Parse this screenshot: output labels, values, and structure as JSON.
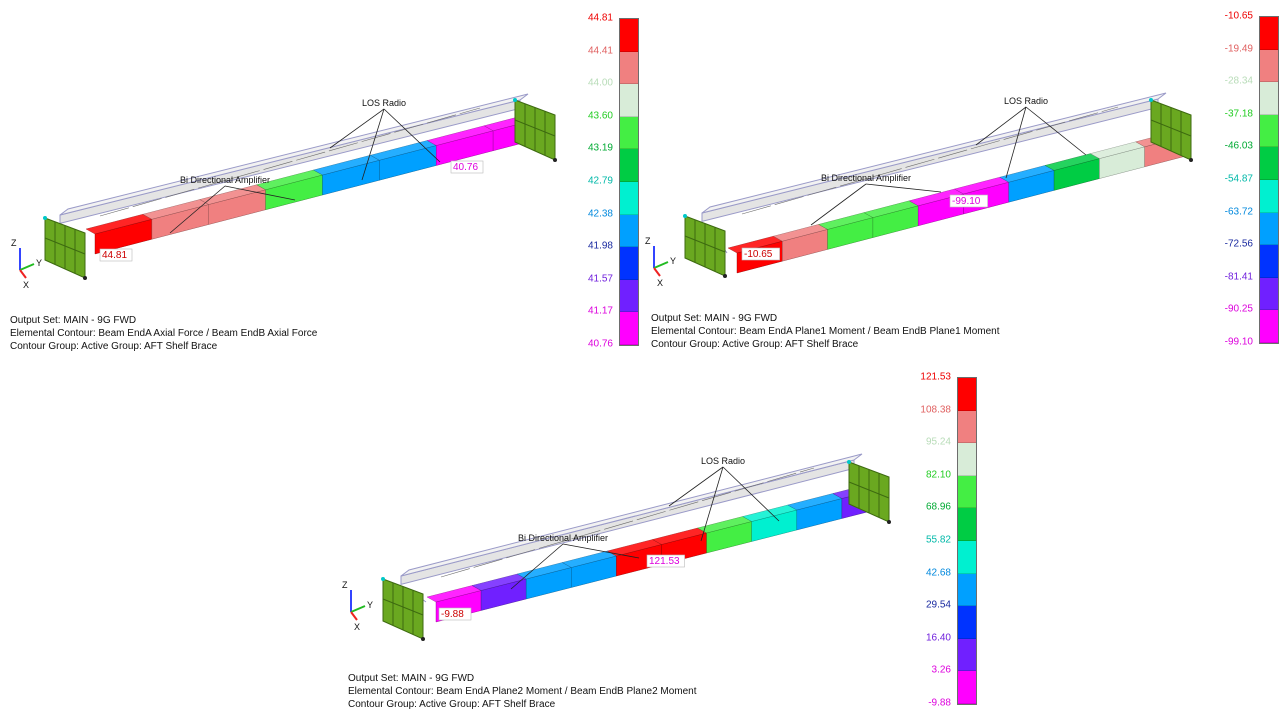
{
  "views": [
    {
      "id": "axial",
      "model": {
        "los_label": "LOS Radio",
        "amp_label": "Bi Directional Amplifier",
        "min_tag": "44.81",
        "max_tag": "40.76",
        "segment_colors": [
          "#ff0000",
          "#f08080",
          "#f08080",
          "#44ee44",
          "#00a0ff",
          "#00a0ff",
          "#ff00ff",
          "#ff00ff"
        ]
      },
      "legend": {
        "values": [
          "44.81",
          "44.41",
          "44.00",
          "43.60",
          "43.19",
          "42.79",
          "42.38",
          "41.98",
          "41.57",
          "41.17",
          "40.76"
        ],
        "colors": [
          "#ff0000",
          "#f08080",
          "#d8ecd8",
          "#44ee44",
          "#00cc44",
          "#00f0d0",
          "#00a0ff",
          "#0033ff",
          "#7020ff",
          "#ff00ff"
        ]
      },
      "triad": {
        "z": "Z",
        "y": "Y",
        "x": "X"
      },
      "info": {
        "output_set": "Output Set: MAIN - 9G FWD",
        "contour": "Elemental Contour: Beam EndA Axial Force / Beam EndB Axial Force",
        "group": "Contour Group: Active Group: AFT Shelf Brace"
      }
    },
    {
      "id": "plane1",
      "model": {
        "los_label": "LOS Radio",
        "amp_label": "Bi Directional Amplifier",
        "min_tag": "-10.65",
        "max_tag": "-99.10",
        "segment_colors": [
          "#ff0000",
          "#f08080",
          "#44ee44",
          "#44ee44",
          "#ff00ff",
          "#ff00ff",
          "#00a0ff",
          "#00cc44",
          "#d8ecd8",
          "#f08080"
        ]
      },
      "legend": {
        "values": [
          "-10.65",
          "-19.49",
          "-28.34",
          "-37.18",
          "-46.03",
          "-54.87",
          "-63.72",
          "-72.56",
          "-81.41",
          "-90.25",
          "-99.10"
        ],
        "colors": [
          "#ff0000",
          "#f08080",
          "#d8ecd8",
          "#44ee44",
          "#00cc44",
          "#00f0d0",
          "#00a0ff",
          "#0033ff",
          "#7020ff",
          "#ff00ff"
        ]
      },
      "triad": {
        "z": "Z",
        "y": "Y",
        "x": "X"
      },
      "info": {
        "output_set": "Output Set: MAIN - 9G FWD",
        "contour": "Elemental Contour: Beam EndA Plane1 Moment / Beam EndB Plane1 Moment",
        "group": "Contour Group: Active Group: AFT Shelf Brace"
      }
    },
    {
      "id": "plane2",
      "model": {
        "los_label": "LOS Radio",
        "amp_label": "Bi Directional Amplifier",
        "min_tag": "-9.88",
        "max_tag": "121.53",
        "segment_colors": [
          "#ff00ff",
          "#7020ff",
          "#00a0ff",
          "#00a0ff",
          "#ff0000",
          "#ff0000",
          "#44ee44",
          "#00f0d0",
          "#00a0ff",
          "#7020ff"
        ]
      },
      "legend": {
        "values": [
          "121.53",
          "108.38",
          "95.24",
          "82.10",
          "68.96",
          "55.82",
          "42.68",
          "29.54",
          "16.40",
          "3.26",
          "-9.88"
        ],
        "colors": [
          "#ff0000",
          "#f08080",
          "#d8ecd8",
          "#44ee44",
          "#00cc44",
          "#00f0d0",
          "#00a0ff",
          "#0033ff",
          "#7020ff",
          "#ff00ff"
        ]
      },
      "triad": {
        "z": "Z",
        "y": "Y",
        "x": "X"
      },
      "info": {
        "output_set": "Output Set: MAIN - 9G FWD",
        "contour": "Elemental Contour: Beam EndA Plane2 Moment / Beam EndB Plane2 Moment",
        "group": "Contour Group: Active Group: AFT Shelf Brace"
      }
    }
  ],
  "colors": {
    "bracket": "#6aa820",
    "bracket_dark": "#3d6a10",
    "rail": "#e4e4e4",
    "rail_edge": "#9a9ac8"
  }
}
